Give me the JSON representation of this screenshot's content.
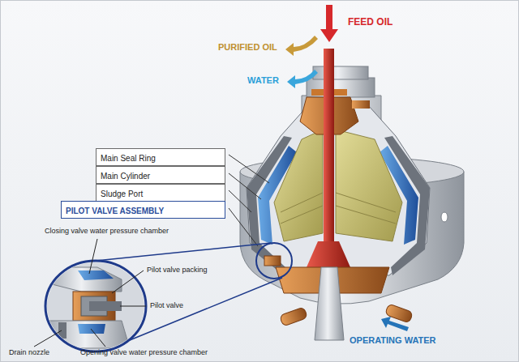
{
  "diagram": {
    "nodes": [
      {
        "text": [
          "Main Seal Ring"
        ]
      },
      {
        "text": [
          "Main Cylinder"
        ]
      },
      {
        "text": [
          "Sludge Port"
        ]
      },
      {
        "text": [
          "PILOT VALVE ASSEMBLY"
        ]
      }
    ],
    "labels": [
      "FEED OIL",
      "PURIFIED OIL",
      "WATER",
      "Closing valve water pressure chamber",
      "Pilot valve packing",
      "Pilot valve",
      "Drain nozzle",
      "Opening valve water pressure chamber",
      "OPERATING WATER"
    ]
  }
}
